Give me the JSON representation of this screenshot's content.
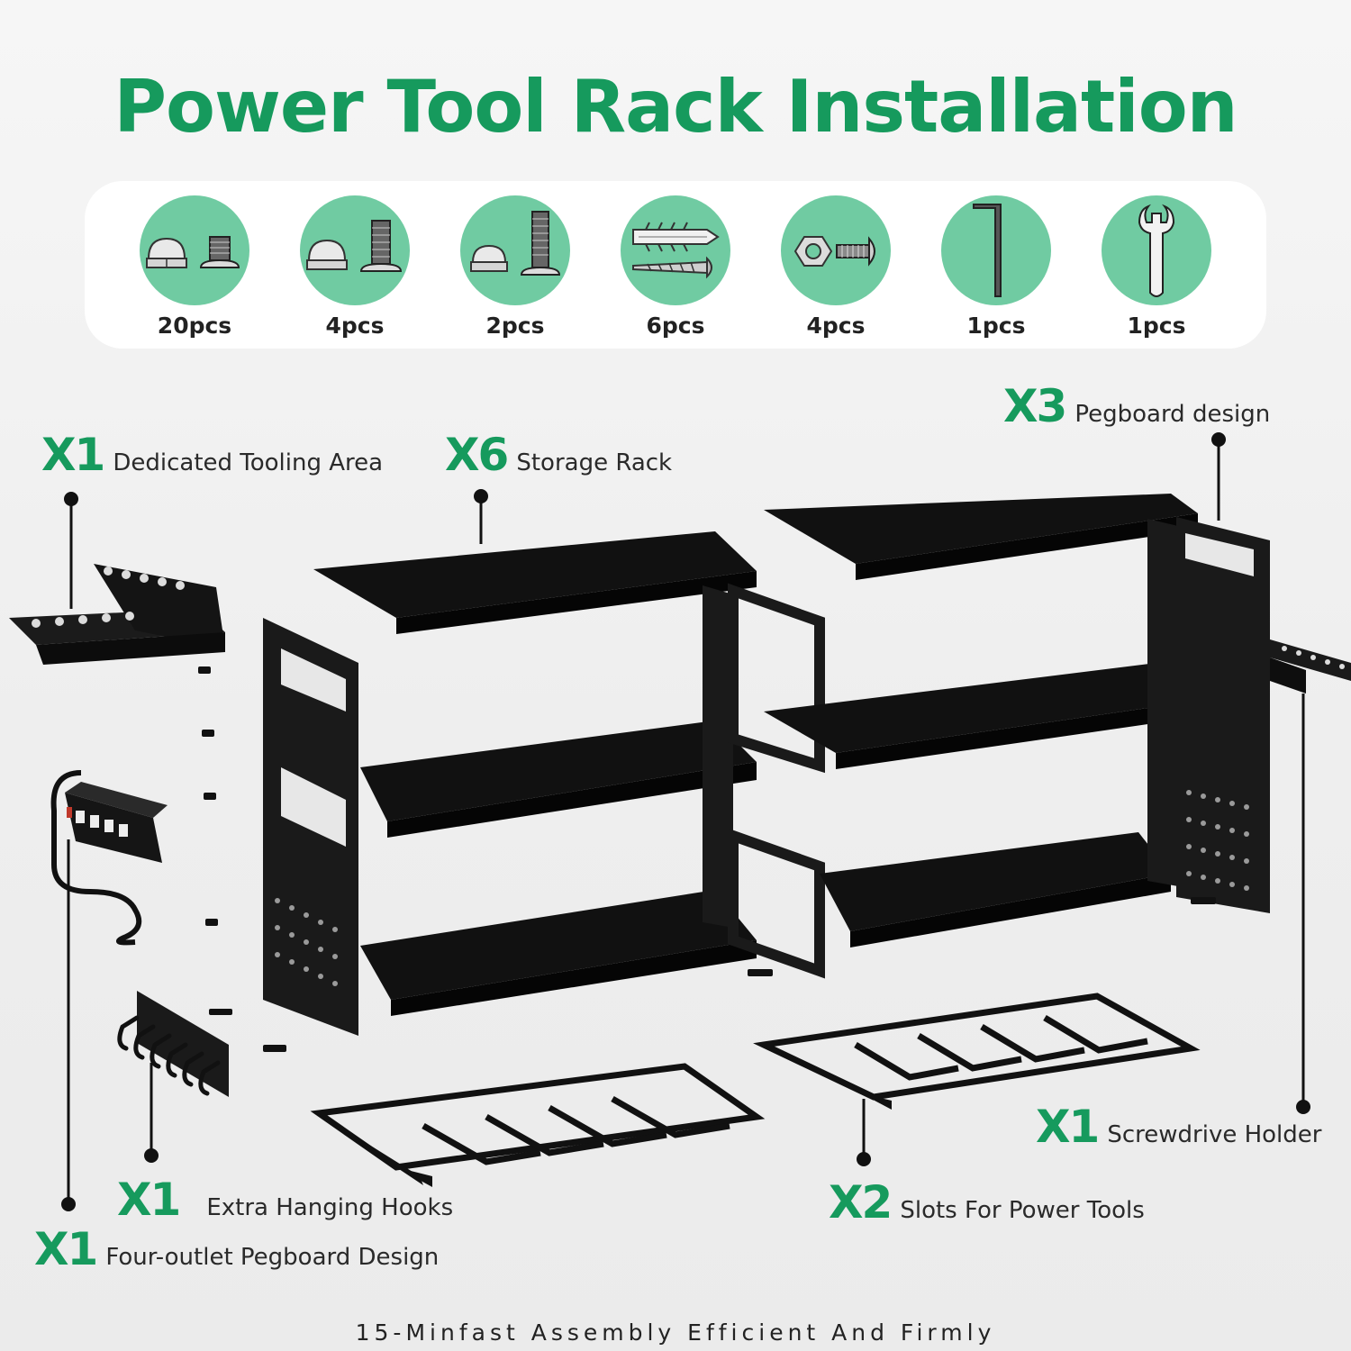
{
  "title": "Power Tool Rack Installation",
  "colors": {
    "accent": "#169a5d",
    "part_circle": "#70cba2",
    "metal": "#1a1a1a"
  },
  "parts": [
    {
      "icon": "cap-nut-and-short-bolt-icon",
      "quantity": "20pcs"
    },
    {
      "icon": "cap-nut-and-medium-bolt-icon",
      "quantity": "4pcs"
    },
    {
      "icon": "cap-nut-and-long-bolt-icon",
      "quantity": "2pcs"
    },
    {
      "icon": "wall-anchor-and-screw-icon",
      "quantity": "6pcs"
    },
    {
      "icon": "hex-nut-and-bolt-icon",
      "quantity": "4pcs"
    },
    {
      "icon": "allen-key-icon",
      "quantity": "1pcs"
    },
    {
      "icon": "wrench-icon",
      "quantity": "1pcs"
    }
  ],
  "callouts": {
    "tooling_area": {
      "count": "X1",
      "label": "Dedicated Tooling Area"
    },
    "storage_rack": {
      "count": "X6",
      "label": "Storage Rack"
    },
    "pegboard": {
      "count": "X3",
      "label": "Pegboard design"
    },
    "screwdriver_holder": {
      "count": "X1",
      "label": "Screwdrive Holder"
    },
    "power_tool_slots": {
      "count": "X2",
      "label": "Slots For Power Tools"
    },
    "hanging_hooks": {
      "count": "X1",
      "label": "Extra Hanging Hooks"
    },
    "outlet_strip": {
      "count": "X1",
      "label": "Four-outlet Pegboard Design"
    }
  },
  "tagline": "15-Minfast Assembly Efficient And Firmly"
}
